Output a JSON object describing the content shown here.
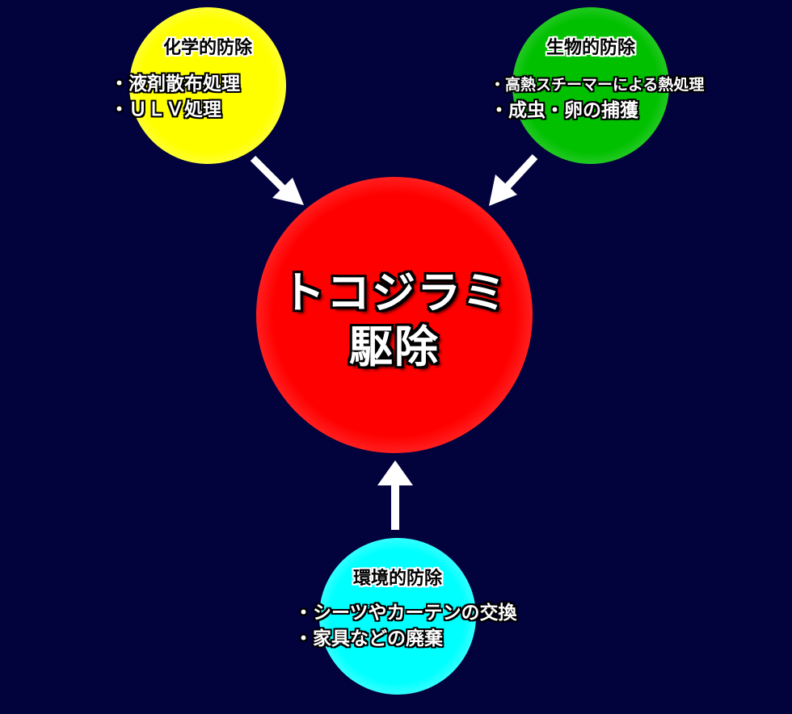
{
  "center": {
    "line1": "トコジラミ",
    "line2": "駆除",
    "color": "#ff0000"
  },
  "chemical": {
    "heading": "化学的防除",
    "items": [
      "・液剤散布処理",
      "・ＵＬＶ処理"
    ],
    "color": "#ffff00"
  },
  "biological": {
    "heading": "生物的防除",
    "items": [
      "・高熱スチーマーによる熱処理",
      "・成虫・卵の捕獲"
    ],
    "color": "#00c000"
  },
  "environmental": {
    "heading": "環境的防除",
    "items": [
      "・シーツやカーテンの交換",
      "・家具などの廃棄"
    ],
    "color": "#00ffff"
  },
  "background": "#02023c"
}
